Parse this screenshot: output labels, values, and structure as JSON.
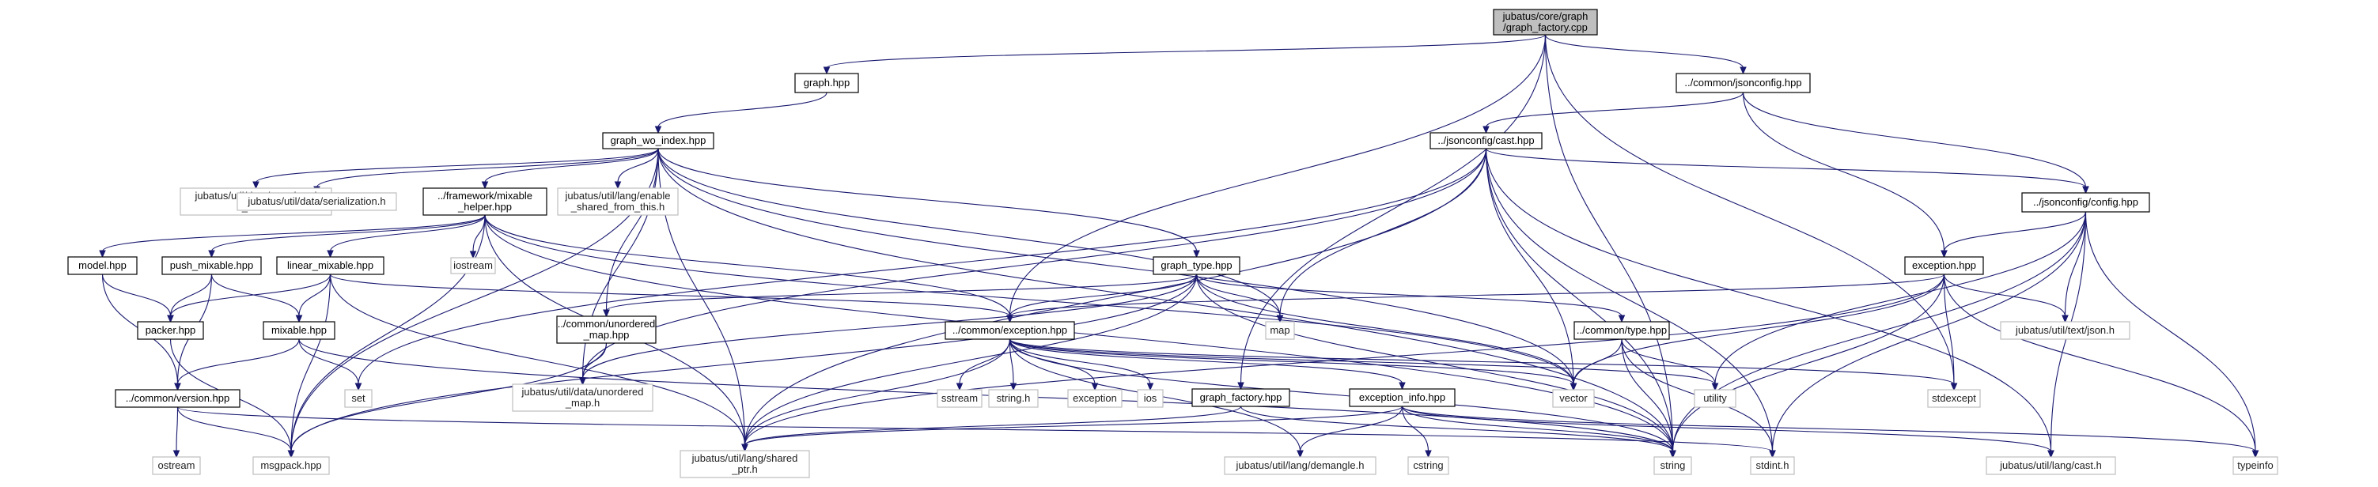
{
  "diagram": {
    "title": "jubatus/core/graph/graph_factory.cpp",
    "colors": {
      "edge": "#191970",
      "root_fill": "#bfbfbf",
      "node_border": "#000000",
      "ext_border": "#bfbfbf",
      "background": "#ffffff"
    },
    "nodes": [
      {
        "id": "root",
        "lines": [
          "jubatus/core/graph",
          "/graph_factory.cpp"
        ],
        "kind": "root"
      },
      {
        "id": "graph_hpp",
        "lines": [
          "graph.hpp"
        ],
        "kind": "doc"
      },
      {
        "id": "common_jsonconfig",
        "lines": [
          "../common/jsonconfig.hpp"
        ],
        "kind": "doc"
      },
      {
        "id": "graph_wo_index",
        "lines": [
          "graph_wo_index.hpp"
        ],
        "kind": "doc"
      },
      {
        "id": "jsonconfig_cast",
        "lines": [
          "../jsonconfig/cast.hpp"
        ],
        "kind": "doc"
      },
      {
        "id": "unordered_set_h",
        "lines": [
          "jubatus/util/data/unordered",
          "_set.h"
        ],
        "kind": "ext"
      },
      {
        "id": "serialization_h",
        "lines": [
          "jubatus/util/data/serialization.h"
        ],
        "kind": "ext"
      },
      {
        "id": "mixable_helper",
        "lines": [
          "../framework/mixable",
          "_helper.hpp"
        ],
        "kind": "doc"
      },
      {
        "id": "enable_shared",
        "lines": [
          "jubatus/util/lang/enable",
          "_shared_from_this.h"
        ],
        "kind": "ext"
      },
      {
        "id": "jsonconfig_config",
        "lines": [
          "../jsonconfig/config.hpp"
        ],
        "kind": "doc"
      },
      {
        "id": "model_hpp",
        "lines": [
          "model.hpp"
        ],
        "kind": "doc"
      },
      {
        "id": "push_mixable",
        "lines": [
          "push_mixable.hpp"
        ],
        "kind": "doc"
      },
      {
        "id": "linear_mixable",
        "lines": [
          "linear_mixable.hpp"
        ],
        "kind": "doc"
      },
      {
        "id": "iostream",
        "lines": [
          "iostream"
        ],
        "kind": "ext"
      },
      {
        "id": "graph_type",
        "lines": [
          "graph_type.hpp"
        ],
        "kind": "doc"
      },
      {
        "id": "exception_hpp",
        "lines": [
          "exception.hpp"
        ],
        "kind": "doc"
      },
      {
        "id": "packer_hpp",
        "lines": [
          "packer.hpp"
        ],
        "kind": "doc"
      },
      {
        "id": "mixable_hpp",
        "lines": [
          "mixable.hpp"
        ],
        "kind": "doc"
      },
      {
        "id": "common_unordered_map",
        "lines": [
          "../common/unordered",
          "_map.hpp"
        ],
        "kind": "doc"
      },
      {
        "id": "map",
        "lines": [
          "map"
        ],
        "kind": "ext"
      },
      {
        "id": "common_exception",
        "lines": [
          "../common/exception.hpp"
        ],
        "kind": "doc"
      },
      {
        "id": "common_type",
        "lines": [
          "../common/type.hpp"
        ],
        "kind": "doc"
      },
      {
        "id": "json_h",
        "lines": [
          "jubatus/util/text/json.h"
        ],
        "kind": "ext"
      },
      {
        "id": "common_version",
        "lines": [
          "../common/version.hpp"
        ],
        "kind": "doc"
      },
      {
        "id": "set",
        "lines": [
          "set"
        ],
        "kind": "ext"
      },
      {
        "id": "data_unordered_map",
        "lines": [
          "jubatus/util/data/unordered",
          "_map.h"
        ],
        "kind": "ext"
      },
      {
        "id": "sstream",
        "lines": [
          "sstream"
        ],
        "kind": "ext"
      },
      {
        "id": "string_h",
        "lines": [
          "string.h"
        ],
        "kind": "ext"
      },
      {
        "id": "exception",
        "lines": [
          "exception"
        ],
        "kind": "ext"
      },
      {
        "id": "ios",
        "lines": [
          "ios"
        ],
        "kind": "ext"
      },
      {
        "id": "graph_factory_hpp",
        "lines": [
          "graph_factory.hpp"
        ],
        "kind": "doc"
      },
      {
        "id": "exception_info",
        "lines": [
          "exception_info.hpp"
        ],
        "kind": "doc"
      },
      {
        "id": "vector",
        "lines": [
          "vector"
        ],
        "kind": "ext"
      },
      {
        "id": "utility",
        "lines": [
          "utility"
        ],
        "kind": "ext"
      },
      {
        "id": "stdexcept",
        "lines": [
          "stdexcept"
        ],
        "kind": "ext"
      },
      {
        "id": "ostream",
        "lines": [
          "ostream"
        ],
        "kind": "ext"
      },
      {
        "id": "msgpack",
        "lines": [
          "msgpack.hpp"
        ],
        "kind": "ext"
      },
      {
        "id": "shared_ptr",
        "lines": [
          "jubatus/util/lang/shared",
          "_ptr.h"
        ],
        "kind": "ext"
      },
      {
        "id": "demangle",
        "lines": [
          "jubatus/util/lang/demangle.h"
        ],
        "kind": "ext"
      },
      {
        "id": "cstring",
        "lines": [
          "cstring"
        ],
        "kind": "ext"
      },
      {
        "id": "string",
        "lines": [
          "string"
        ],
        "kind": "ext"
      },
      {
        "id": "stdint_h",
        "lines": [
          "stdint.h"
        ],
        "kind": "ext"
      },
      {
        "id": "cast_h",
        "lines": [
          "jubatus/util/lang/cast.h"
        ],
        "kind": "ext"
      },
      {
        "id": "typeinfo",
        "lines": [
          "typeinfo"
        ],
        "kind": "ext"
      }
    ],
    "edges": [
      [
        "root",
        "graph_hpp"
      ],
      [
        "root",
        "common_jsonconfig"
      ],
      [
        "root",
        "common_exception"
      ],
      [
        "root",
        "graph_factory_hpp"
      ],
      [
        "root",
        "stdexcept"
      ],
      [
        "root",
        "string"
      ],
      [
        "graph_hpp",
        "graph_wo_index"
      ],
      [
        "common_jsonconfig",
        "jsonconfig_cast"
      ],
      [
        "common_jsonconfig",
        "jsonconfig_config"
      ],
      [
        "common_jsonconfig",
        "exception_hpp"
      ],
      [
        "graph_wo_index",
        "unordered_set_h"
      ],
      [
        "graph_wo_index",
        "serialization_h"
      ],
      [
        "graph_wo_index",
        "mixable_helper"
      ],
      [
        "graph_wo_index",
        "enable_shared"
      ],
      [
        "graph_wo_index",
        "graph_type"
      ],
      [
        "graph_wo_index",
        "map"
      ],
      [
        "graph_wo_index",
        "vector"
      ],
      [
        "graph_wo_index",
        "string"
      ],
      [
        "graph_wo_index",
        "common_unordered_map"
      ],
      [
        "graph_wo_index",
        "data_unordered_map"
      ],
      [
        "graph_wo_index",
        "msgpack"
      ],
      [
        "graph_wo_index",
        "shared_ptr"
      ],
      [
        "jsonconfig_cast",
        "jsonconfig_config"
      ],
      [
        "jsonconfig_cast",
        "set"
      ],
      [
        "jsonconfig_cast",
        "map"
      ],
      [
        "jsonconfig_cast",
        "vector"
      ],
      [
        "jsonconfig_cast",
        "string"
      ],
      [
        "jsonconfig_cast",
        "cast_h"
      ],
      [
        "jsonconfig_cast",
        "data_unordered_map"
      ],
      [
        "jsonconfig_cast",
        "shared_ptr"
      ],
      [
        "jsonconfig_cast",
        "stdint_h"
      ],
      [
        "mixable_helper",
        "model_hpp"
      ],
      [
        "mixable_helper",
        "push_mixable"
      ],
      [
        "mixable_helper",
        "linear_mixable"
      ],
      [
        "mixable_helper",
        "iostream"
      ],
      [
        "mixable_helper",
        "common_exception"
      ],
      [
        "mixable_helper",
        "shared_ptr"
      ],
      [
        "mixable_helper",
        "vector"
      ],
      [
        "mixable_helper",
        "string"
      ],
      [
        "mixable_helper",
        "msgpack"
      ],
      [
        "jsonconfig_config",
        "exception_hpp"
      ],
      [
        "jsonconfig_config",
        "json_h"
      ],
      [
        "jsonconfig_config",
        "utility"
      ],
      [
        "jsonconfig_config",
        "string"
      ],
      [
        "jsonconfig_config",
        "typeinfo"
      ],
      [
        "jsonconfig_config",
        "stdint_h"
      ],
      [
        "jsonconfig_config",
        "cast_h"
      ],
      [
        "model_hpp",
        "packer_hpp"
      ],
      [
        "model_hpp",
        "common_version"
      ],
      [
        "push_mixable",
        "packer_hpp"
      ],
      [
        "push_mixable",
        "mixable_hpp"
      ],
      [
        "push_mixable",
        "common_version"
      ],
      [
        "linear_mixable",
        "packer_hpp"
      ],
      [
        "linear_mixable",
        "mixable_hpp"
      ],
      [
        "linear_mixable",
        "common_exception"
      ],
      [
        "linear_mixable",
        "msgpack"
      ],
      [
        "linear_mixable",
        "shared_ptr"
      ],
      [
        "graph_type",
        "common_unordered_map"
      ],
      [
        "graph_type",
        "map"
      ],
      [
        "graph_type",
        "common_exception"
      ],
      [
        "graph_type",
        "common_type"
      ],
      [
        "graph_type",
        "vector"
      ],
      [
        "graph_type",
        "string"
      ],
      [
        "graph_type",
        "data_unordered_map"
      ],
      [
        "graph_type",
        "msgpack"
      ],
      [
        "graph_type",
        "shared_ptr"
      ],
      [
        "exception_hpp",
        "common_exception"
      ],
      [
        "exception_hpp",
        "json_h"
      ],
      [
        "exception_hpp",
        "vector"
      ],
      [
        "exception_hpp",
        "stdexcept"
      ],
      [
        "exception_hpp",
        "string"
      ],
      [
        "exception_hpp",
        "typeinfo"
      ],
      [
        "exception_hpp",
        "shared_ptr"
      ],
      [
        "packer_hpp",
        "msgpack"
      ],
      [
        "mixable_hpp",
        "common_version"
      ],
      [
        "mixable_hpp",
        "set"
      ],
      [
        "mixable_hpp",
        "string"
      ],
      [
        "common_unordered_map",
        "data_unordered_map"
      ],
      [
        "common_unordered_map",
        "msgpack"
      ],
      [
        "common_exception",
        "sstream"
      ],
      [
        "common_exception",
        "string_h"
      ],
      [
        "common_exception",
        "exception"
      ],
      [
        "common_exception",
        "ios"
      ],
      [
        "common_exception",
        "exception_info"
      ],
      [
        "common_exception",
        "vector"
      ],
      [
        "common_exception",
        "utility"
      ],
      [
        "common_exception",
        "stdexcept"
      ],
      [
        "common_exception",
        "string"
      ],
      [
        "common_exception",
        "demangle"
      ],
      [
        "common_exception",
        "shared_ptr"
      ],
      [
        "common_type",
        "vector"
      ],
      [
        "common_type",
        "utility"
      ],
      [
        "common_type",
        "string"
      ],
      [
        "common_type",
        "stdint_h"
      ],
      [
        "common_version",
        "ostream"
      ],
      [
        "common_version",
        "msgpack"
      ],
      [
        "common_version",
        "stdint_h"
      ],
      [
        "graph_factory_hpp",
        "shared_ptr"
      ],
      [
        "graph_factory_hpp",
        "string"
      ],
      [
        "exception_info",
        "cstring"
      ],
      [
        "exception_info",
        "string"
      ],
      [
        "exception_info",
        "demangle"
      ],
      [
        "exception_info",
        "shared_ptr"
      ],
      [
        "exception_info",
        "cast_h"
      ],
      [
        "exception_info",
        "typeinfo"
      ]
    ]
  }
}
